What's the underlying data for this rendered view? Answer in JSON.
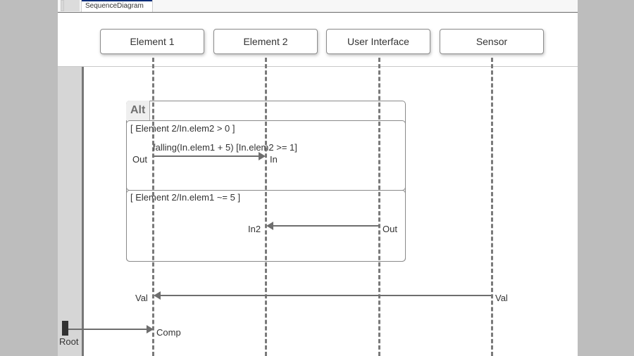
{
  "window": {
    "tabs": [
      {
        "label": "SequenceDiagram",
        "active": true
      }
    ]
  },
  "lifelines": [
    {
      "name": "Element 1"
    },
    {
      "name": "Element 2"
    },
    {
      "name": "User Interface"
    },
    {
      "name": "Sensor"
    }
  ],
  "fragment": {
    "type": "Alt",
    "operands": [
      {
        "guard": "[ Element 2/In.elem2 > 0 ]"
      },
      {
        "guard": "[ Element 2/In.elem1 ~= 5 ]"
      }
    ]
  },
  "messages": [
    {
      "from": "Element 1",
      "to": "Element 2",
      "source_port": "Out",
      "dest_port": "In",
      "label": "falling(In.elem1 + 5) [In.elem2 >= 1]"
    },
    {
      "from": "User Interface",
      "to": "Element 2",
      "source_port": "Out",
      "dest_port": "In2",
      "label": ""
    },
    {
      "from": "Sensor",
      "to": "Element 1",
      "source_port": "Val",
      "dest_port": "Val",
      "label": ""
    },
    {
      "from": "Root",
      "to": "Element 1",
      "source_port": "Root",
      "dest_port": "Comp",
      "label": ""
    }
  ],
  "colors": {
    "tab_accent": "#0b2e7a",
    "line": "#6e6e6e",
    "background": "#bdbdbd"
  }
}
